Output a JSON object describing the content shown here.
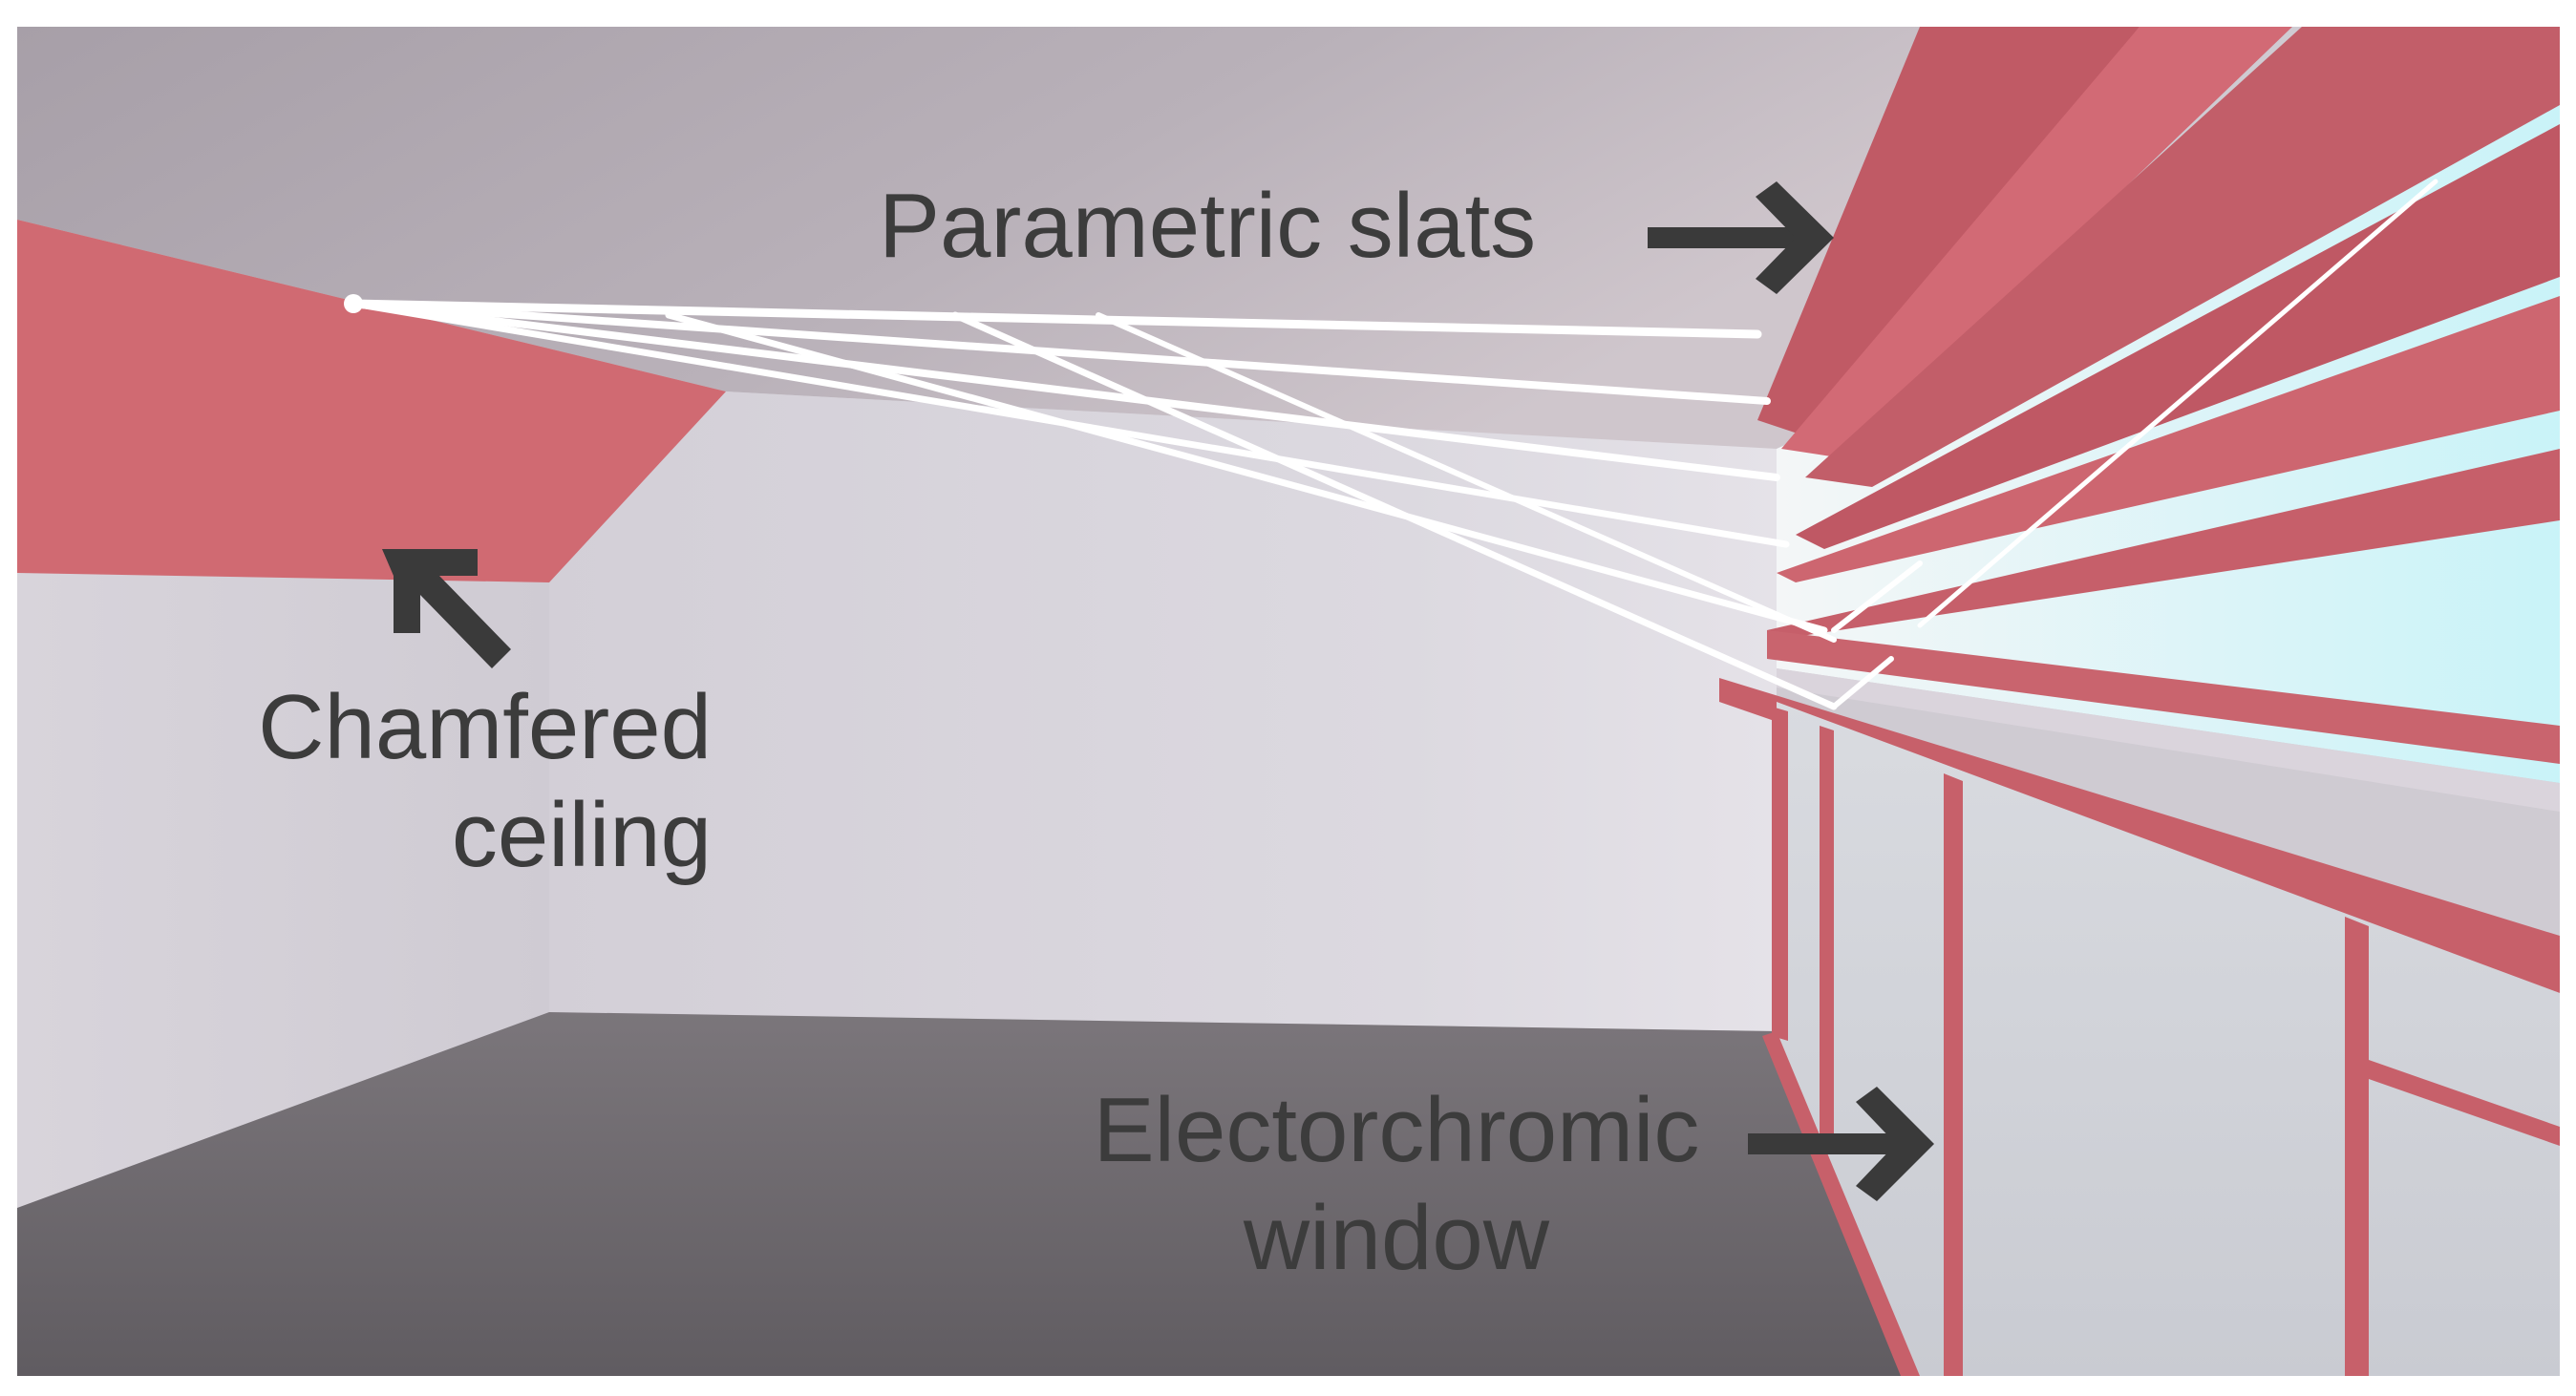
{
  "labels": {
    "slats": "Parametric  slats",
    "ceiling_line1": "Chamfered",
    "ceiling_line2": "ceiling",
    "window_line1": "Electorchromic",
    "window_line2": "window"
  },
  "colors": {
    "slat_red": "#c7606a",
    "ceiling_red": "#d06a72",
    "wall": "#d9d5dc",
    "floor": "#6e6a6e",
    "ceiling": "#b2aab2",
    "arrow": "#3a3a3a",
    "sky": "#dff5f8",
    "light_ray": "#ffffff"
  },
  "icons": {
    "slats_pointer": "arrow-right-icon",
    "ceiling_pointer": "arrow-up-left-icon",
    "window_pointer": "arrow-right-icon"
  }
}
